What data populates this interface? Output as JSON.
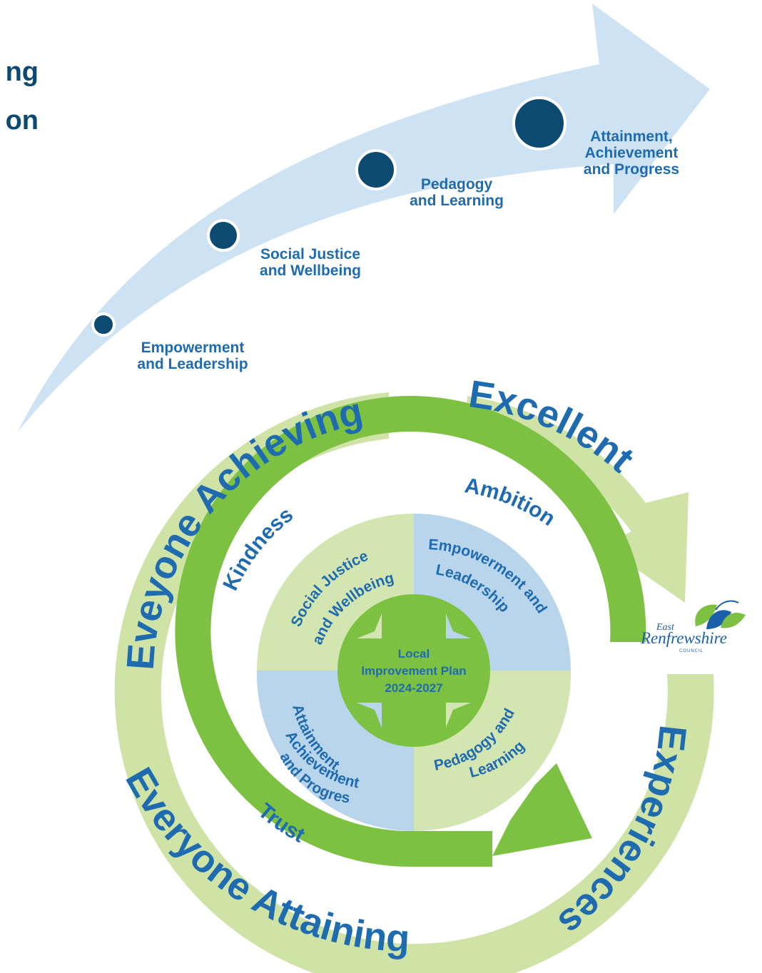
{
  "title": {
    "line1": "ng",
    "line2": "on"
  },
  "journey": {
    "steps": [
      {
        "label_line1": "Empowerment",
        "label_line2": "and Leadership"
      },
      {
        "label_line1": "Social Justice",
        "label_line2": "and Wellbeing"
      },
      {
        "label_line1": "Pedagogy",
        "label_line2": "and Learning"
      },
      {
        "label_line1": "Attainment,",
        "label_line2": "Achievement",
        "label_line3": "and Progress"
      }
    ]
  },
  "outer_ring": {
    "everyone_achieving": "Eveyone Achieving",
    "excellent": "Excellent",
    "experiences": "Experiences",
    "everyone_attaining": "Everyone Attaining"
  },
  "middle_ring": {
    "kindness": "Kindness",
    "ambition": "Ambition",
    "trust": "Trust"
  },
  "quadrants": {
    "social_justice": {
      "line1": "Social Justice",
      "line2": "and Wellbeing"
    },
    "empowerment": {
      "line1": "Empowerment and",
      "line2": "Leadership"
    },
    "attainment": {
      "line1": "Attainment,",
      "line2": "Achievement",
      "line3": "and Progress"
    },
    "pedagogy": {
      "line1": "Pedagogy and",
      "line2": "Learning"
    }
  },
  "center": {
    "line1": "Local",
    "line2": "Improvement Plan",
    "line3": "2024-2027"
  },
  "logo": {
    "east": "East",
    "name": "Renfrewshire",
    "council": "COUNCIL"
  },
  "colors": {
    "navy": "#0c4a72",
    "step_text": "#1f6bb0",
    "arrow_blue": "#cde2f2",
    "light_green": "#cfe3a6",
    "mid_green": "#7dc142",
    "quad_blue": "#b8d5ec",
    "quad_green": "#d3e6b2",
    "text_blue": "#1f6bb0"
  }
}
